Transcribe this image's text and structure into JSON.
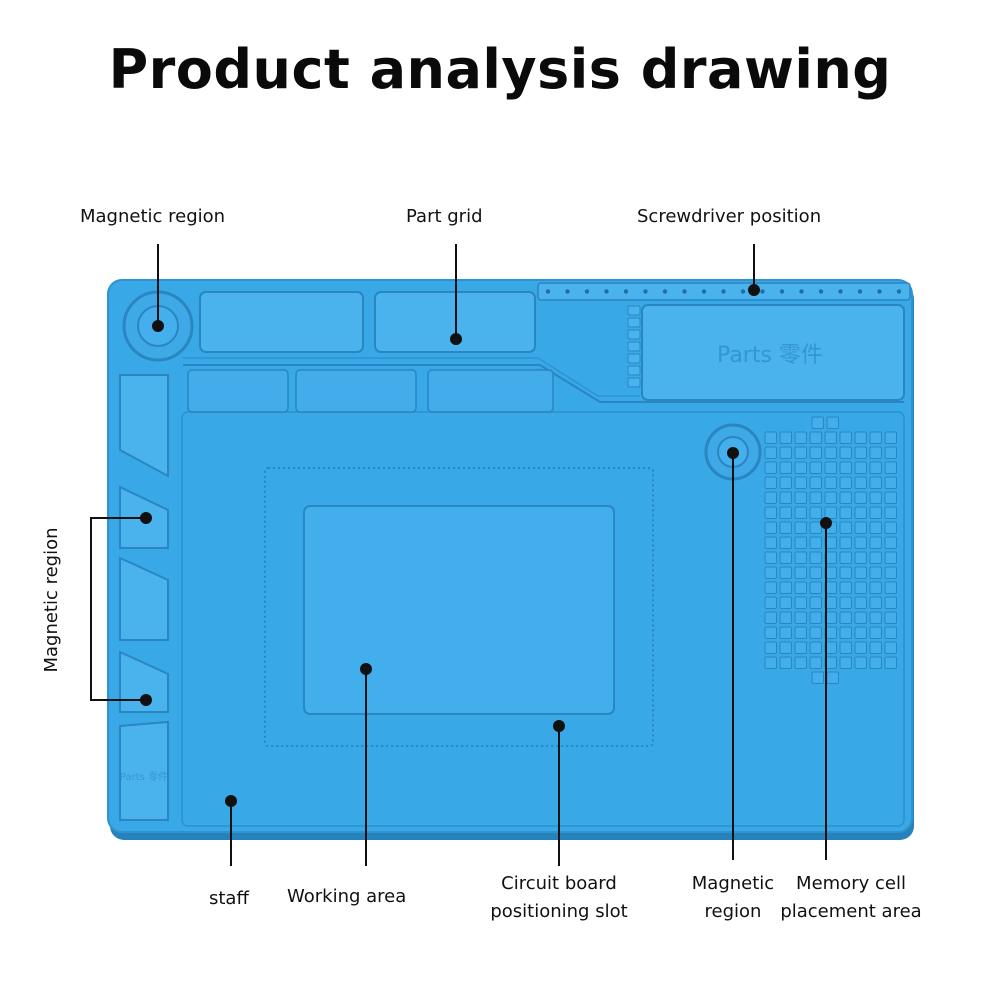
{
  "title": "Product analysis drawing",
  "colors": {
    "mat": "#39a8e6",
    "mat_edge": "#2e93d0",
    "mat_shadow": "#2782bb",
    "pocket": "#4ab3ee",
    "pocket_edge": "#2a86c1",
    "leader": "#111111"
  },
  "mat_text": {
    "parts_pocket": "Parts 零件",
    "left_pocket": "Parts 零件"
  },
  "labels": {
    "magnetic_region_top": "Magnetic region",
    "part_grid": "Part grid",
    "screwdriver_position": "Screwdriver position",
    "magnetic_region_left": "Magnetic region",
    "staff": "staff",
    "working_area": "Working area",
    "circuit_board_line1": "Circuit board",
    "circuit_board_line2": "positioning slot",
    "magnetic_region_bottom_line1": "Magnetic",
    "magnetic_region_bottom_line2": "region",
    "memory_cell_line1": "Memory cell",
    "memory_cell_line2": "placement area"
  }
}
